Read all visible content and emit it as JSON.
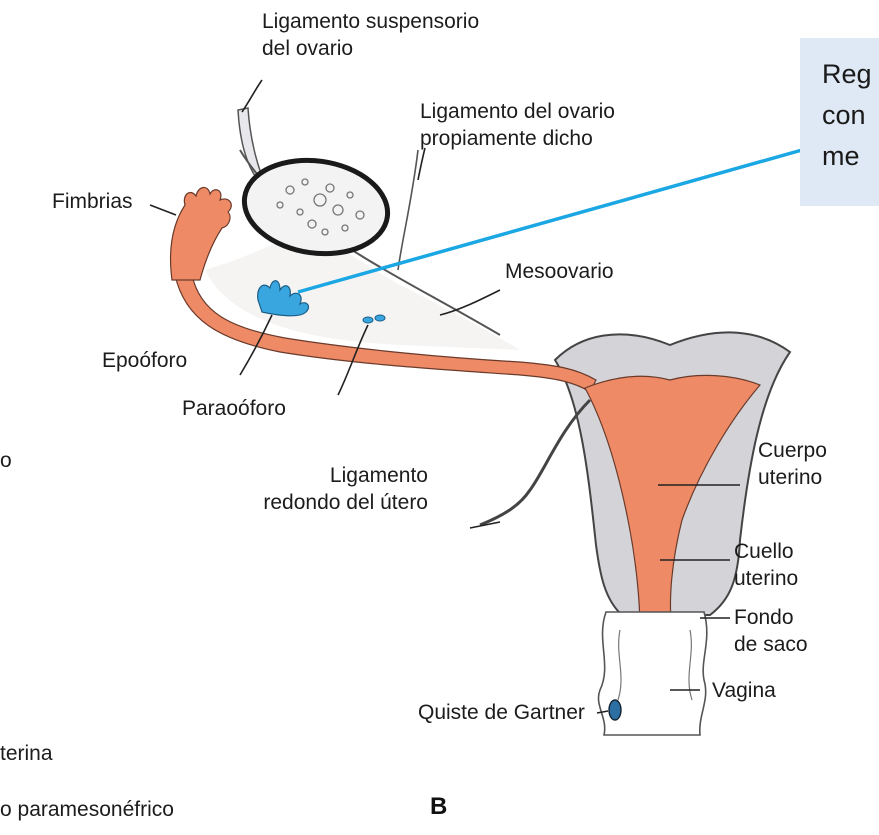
{
  "labels": {
    "ligamento_suspensorio_1": "Ligamento suspensorio",
    "ligamento_suspensorio_2": "del ovario",
    "ligamento_ovario_1": "Ligamento del ovario",
    "ligamento_ovario_2": "propiamente dicho",
    "fimbrias": "Fimbrias",
    "mesoovario": "Mesoovario",
    "epooforo": "Epoóforo",
    "paraooforo": "Paraoóforo",
    "cuerpo_1": "Cuerpo",
    "cuerpo_2": "uterino",
    "ligamento_redondo_1": "Ligamento",
    "ligamento_redondo_2": "redondo del útero",
    "cuello_1": "Cuello",
    "cuello_2": "uterino",
    "fondo_1": "Fondo",
    "fondo_2": "de saco",
    "vagina": "Vagina",
    "quiste": "Quiste de Gartner",
    "left_fragment_1": "o",
    "left_fragment_2": "terina",
    "left_fragment_3": "o paramesonéfrico",
    "panel_letter": "B"
  },
  "callout": {
    "line_1": "Reg",
    "line_2": "con",
    "line_3": "me"
  },
  "colors": {
    "tube_orange": "#ef8a67",
    "uterus_gray": "#d3d3d8",
    "mesonephric_blue": "#3aa6df",
    "callout_arrow": "#1aa7e3",
    "callout_bg": "#dfe8f5"
  }
}
